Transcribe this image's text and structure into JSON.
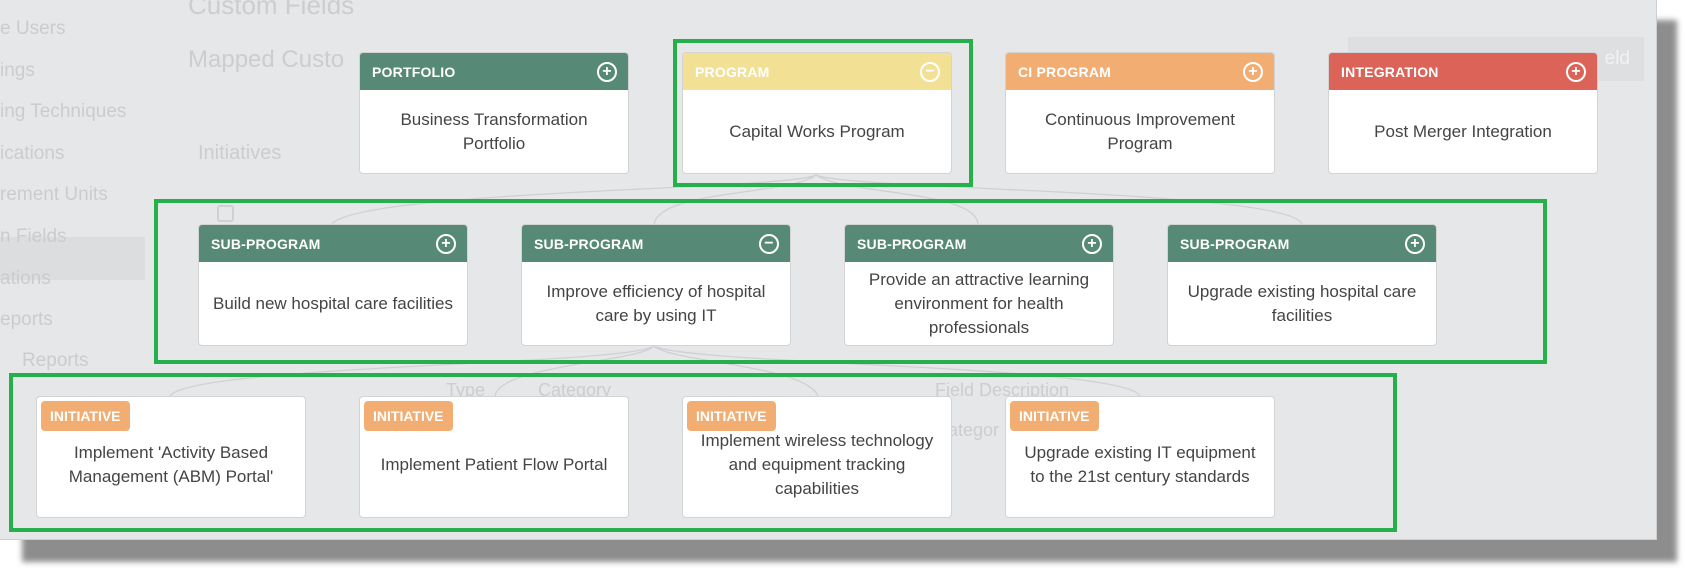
{
  "colors": {
    "portfolio": "#568a77",
    "program": "#f2e195",
    "ci_program": "#f2ae72",
    "integration": "#dc6358",
    "sub_program": "#568a77",
    "initiative": "#f2ae72",
    "highlight": "#25b04b"
  },
  "background": {
    "sidebar_items": [
      "e Users",
      "ings",
      "ing Techniques",
      "ications",
      "rement Units",
      "n Fields",
      "ations",
      "eports",
      "Reports"
    ],
    "section_title": "Custom Fields",
    "mapped_title": "Mapped Custo",
    "initiatives_label": "Initiatives",
    "button_label": "eld",
    "column_labels": [
      "Type",
      "Category",
      "Field Description",
      "Categor"
    ]
  },
  "level1": [
    {
      "type": "PORTFOLIO",
      "name": "Business Transformation Portfolio",
      "toggle": "+",
      "color_key": "portfolio"
    },
    {
      "type": "PROGRAM",
      "name": "Capital Works Program",
      "toggle": "−",
      "color_key": "program"
    },
    {
      "type": "CI PROGRAM",
      "name": "Continuous Improvement Program",
      "toggle": "+",
      "color_key": "ci_program"
    },
    {
      "type": "INTEGRATION",
      "name": "Post Merger Integration",
      "toggle": "+",
      "color_key": "integration"
    }
  ],
  "level2": [
    {
      "type": "SUB-PROGRAM",
      "name": "Build new hospital care facilities",
      "toggle": "+"
    },
    {
      "type": "SUB-PROGRAM",
      "name": "Improve efficiency of hospital care by using IT",
      "toggle": "−"
    },
    {
      "type": "SUB-PROGRAM",
      "name": "Provide an attractive learning environment for health professionals",
      "toggle": "+"
    },
    {
      "type": "SUB-PROGRAM",
      "name": "Upgrade existing hospital care facilities",
      "toggle": "+"
    }
  ],
  "level3": [
    {
      "type": "INITIATIVE",
      "name": "Implement 'Activity Based Management (ABM) Portal'"
    },
    {
      "type": "INITIATIVE",
      "name": "Implement Patient Flow Portal"
    },
    {
      "type": "INITIATIVE",
      "name": "Implement wireless technology and equipment tracking capabilities"
    },
    {
      "type": "INITIATIVE",
      "name": "Upgrade existing IT equipment to the 21st century standards"
    }
  ]
}
